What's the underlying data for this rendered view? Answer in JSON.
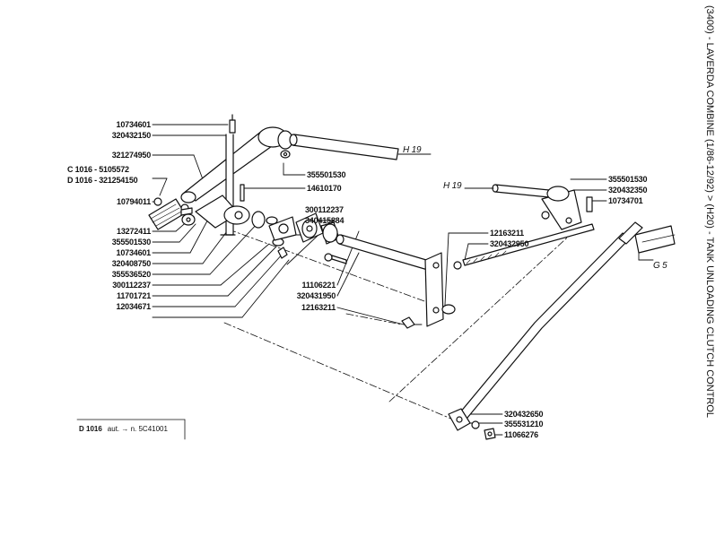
{
  "title": "(3400) - LAVERDA COMBINE (1/86-12/92) > (H20) - TANK UNLOADING CLUTCH CONTROL",
  "footnote": {
    "model": "D 1016",
    "note": "aut. → n. 5C41001"
  },
  "refs": {
    "h19_left": "H 19",
    "h19_right": "H 19",
    "g5": "G 5"
  },
  "parts_left": [
    "10734601",
    "320432150",
    "321274950",
    "C 1016 - 5105572",
    "D 1016 - 321254150",
    "10794011",
    "13272411",
    "355501530",
    "10734601",
    "320408750",
    "355536520",
    "300112237",
    "11701721",
    "12034671"
  ],
  "parts_center": [
    "355501530",
    "14610170",
    "300112237",
    "340415884",
    "11106221",
    "320431950",
    "12163211"
  ],
  "parts_right": [
    "355501530",
    "320432350",
    "10734701",
    "12163211",
    "320432950",
    "320432650",
    "355531210",
    "11066276"
  ]
}
